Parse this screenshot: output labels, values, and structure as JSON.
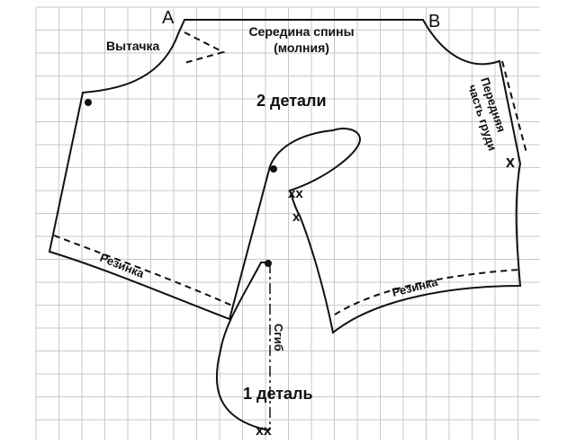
{
  "labels": {
    "point_a": "A",
    "point_b": "B",
    "center_back": "Середина спины",
    "zipper": "(молния)",
    "dart": "Вытачка",
    "two_parts": "2 детали",
    "front_chest_1": "Передняя",
    "front_chest_2": "часть груди",
    "elastic_left": "Резинка",
    "elastic_right": "Резинка",
    "fold": "Сгиб",
    "one_part": "1 деталь"
  },
  "marks": {
    "cross_front": "x",
    "cross_armhole_1": "xx",
    "cross_armhole_2": "x",
    "cross_bottom": "xx"
  },
  "colors": {
    "grid": "#c9c9c9",
    "line": "#111111",
    "background": "#ffffff"
  }
}
